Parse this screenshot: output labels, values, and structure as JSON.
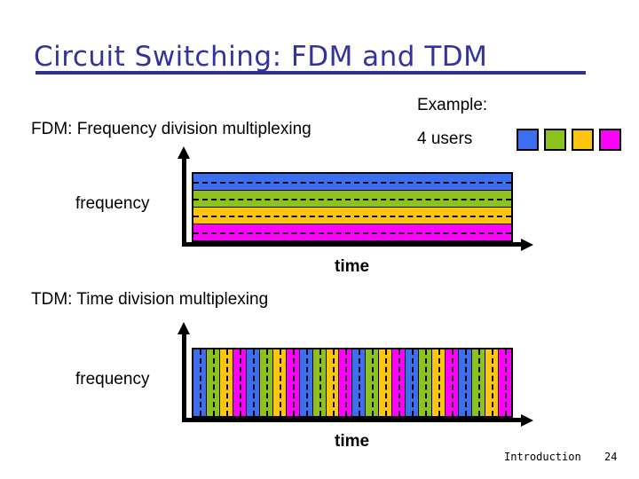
{
  "slide": {
    "title": "Circuit Switching: FDM and TDM",
    "title_color": "#3333a0",
    "rule_color": "#2f2f96",
    "background": "#ffffff"
  },
  "fdm": {
    "caption": "FDM: Frequency division multiplexing",
    "y_axis_label": "frequency",
    "x_axis_label": "time",
    "bands": [
      {
        "user": "user-1",
        "color": "#3b6ff0"
      },
      {
        "user": "user-2",
        "color": "#8cc21e"
      },
      {
        "user": "user-3",
        "color": "#ffc40d"
      },
      {
        "user": "user-4",
        "color": "#ff00ff"
      }
    ]
  },
  "tdm": {
    "caption": "TDM: Time division multiplexing",
    "y_axis_label": "frequency",
    "x_axis_label": "time",
    "cycles": 6,
    "slot_colors": [
      "#3b6ff0",
      "#8cc21e",
      "#ffc40d",
      "#ff00ff"
    ],
    "slots": [
      "#3b6ff0",
      "#8cc21e",
      "#ffc40d",
      "#ff00ff",
      "#3b6ff0",
      "#8cc21e",
      "#ffc40d",
      "#ff00ff",
      "#3b6ff0",
      "#8cc21e",
      "#ffc40d",
      "#ff00ff",
      "#3b6ff0",
      "#8cc21e",
      "#ffc40d",
      "#ff00ff",
      "#3b6ff0",
      "#8cc21e",
      "#ffc40d",
      "#ff00ff",
      "#3b6ff0",
      "#8cc21e",
      "#ffc40d",
      "#ff00ff"
    ]
  },
  "example": {
    "title": "Example:",
    "subtitle": "4 users",
    "swatches": [
      {
        "user": "user-1",
        "color": "#3b6ff0"
      },
      {
        "user": "user-2",
        "color": "#8cc21e"
      },
      {
        "user": "user-3",
        "color": "#ffc40d"
      },
      {
        "user": "user-4",
        "color": "#ff00ff"
      }
    ]
  },
  "footer": {
    "label": "Introduction",
    "page": "24"
  },
  "chart_data": [
    {
      "type": "bar",
      "orientation": "horizontal-bands",
      "title": "FDM: Frequency division multiplexing",
      "xlabel": "time",
      "ylabel": "frequency",
      "categories": [
        "user 1",
        "user 2",
        "user 3",
        "user 4"
      ],
      "values": [
        1,
        1,
        1,
        1
      ],
      "description": "Four equal-height frequency bands, each allocated continuously over all time to one user; each band has a dashed centre line.",
      "colors": [
        "#3b6ff0",
        "#8cc21e",
        "#ffc40d",
        "#ff00ff"
      ],
      "grid": false,
      "legend": "top-right"
    },
    {
      "type": "bar",
      "orientation": "vertical-slots",
      "title": "TDM: Time division multiplexing",
      "xlabel": "time",
      "ylabel": "frequency",
      "categories": [
        "user 1",
        "user 2",
        "user 3",
        "user 4"
      ],
      "values": [
        6,
        6,
        6,
        6
      ],
      "description": "Full frequency band shared in round-robin time slots; 24 slots total = 6 repetitions of the 4-user cycle, each slot has a dashed centre line.",
      "colors": [
        "#3b6ff0",
        "#8cc21e",
        "#ffc40d",
        "#ff00ff"
      ],
      "grid": false,
      "legend": "top-right"
    }
  ]
}
